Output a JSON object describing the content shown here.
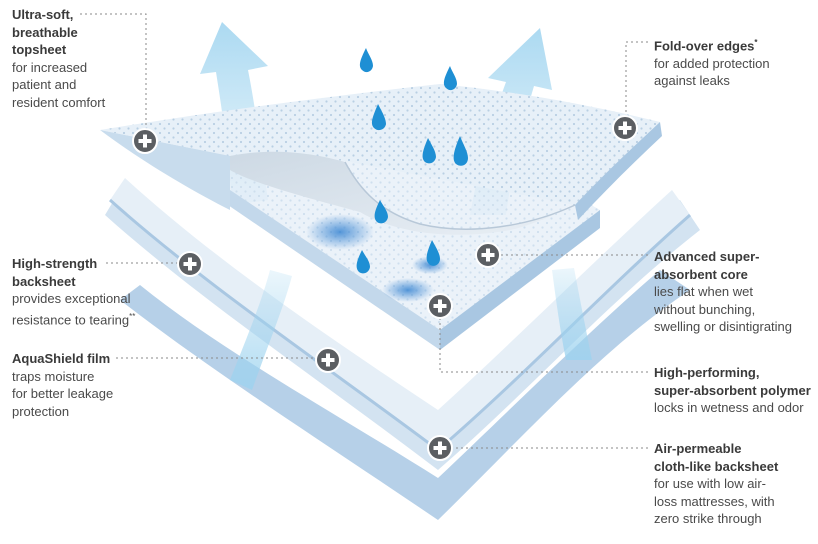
{
  "palette": {
    "pad_light": "#e7f0f8",
    "pad_mid": "#c8dced",
    "pad_edge": "#a9c7e2",
    "arrow": "#9dd3ef",
    "drop": "#1e8fd4",
    "marker": "#5b5e62",
    "text": "#4a4a4a"
  },
  "callouts": {
    "topsheet": {
      "title": "Ultra-soft,\nbreathable\ntopsheet",
      "desc": "for increased\npatient and\nresident comfort"
    },
    "fold_edges": {
      "title": "Fold-over edges",
      "title_mark": "*",
      "desc": "for added protection\nagainst leaks"
    },
    "backsheet": {
      "title": "High-strength\nbacksheet",
      "desc": "provides exceptional\nresistance to tearing",
      "desc_mark": "**"
    },
    "aquashield": {
      "title": "AquaShield film",
      "desc": "traps moisture\nfor better leakage\nprotection"
    },
    "core": {
      "title": "Advanced super-\nabsorbent core",
      "desc": "lies flat when wet\nwithout bunching,\nswelling or disintigrating"
    },
    "polymer": {
      "title": "High-performing,\nsuper-absorbent polymer",
      "desc": "locks in wetness and odor"
    },
    "cloth_backsheet": {
      "title": "Air-permeable\ncloth-like backsheet",
      "desc": "for use with low air-\nloss mattresses, with\nzero strike through"
    }
  },
  "markers": {
    "icon": "plus-circle-icon",
    "count": 7
  }
}
